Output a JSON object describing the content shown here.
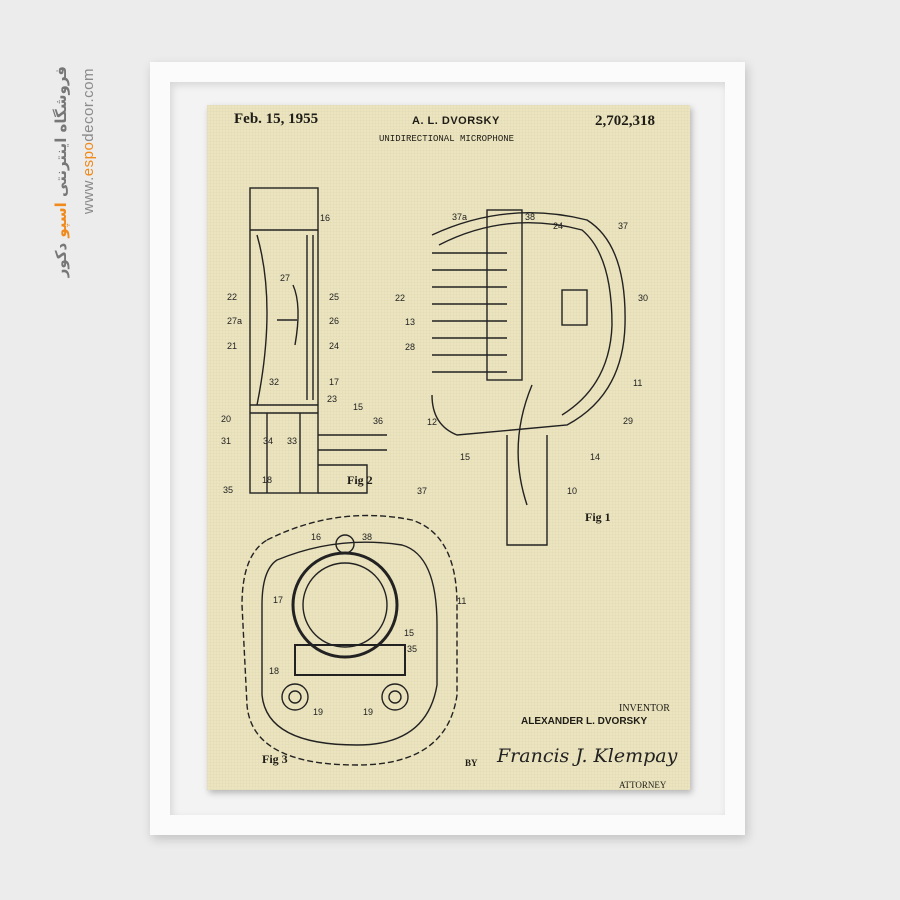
{
  "watermark": {
    "persian_prefix": "فروشگاه اینترنتی ",
    "persian_brand": "اسپو",
    "persian_suffix": " دکور",
    "url_prefix": "www.",
    "url_brand": "espo",
    "url_suffix": "decor.com",
    "brand_color": "#f08a1c"
  },
  "patent": {
    "date": "Feb. 15, 1955",
    "inventor_header": "A. L. DVORSKY",
    "number": "2,702,318",
    "title": "UNIDIRECTIONAL MICROPHONE",
    "fig1_label": "Fig 1",
    "fig2_label": "Fig 2",
    "fig3_label": "Fig 3",
    "inventor_caption": "INVENTOR",
    "inventor_name": "ALEXANDER L. DVORSKY",
    "by": "BY",
    "signature": "Francis J. Klempay",
    "attorney_caption": "ATTORNEY"
  },
  "fig2_refs": [
    "16",
    "27",
    "22",
    "25",
    "27a",
    "26",
    "21",
    "24",
    "32",
    "17",
    "20",
    "23",
    "15",
    "36",
    "31",
    "34",
    "33",
    "35",
    "18",
    "37"
  ],
  "fig1_refs": [
    "37a",
    "38",
    "24",
    "37",
    "22",
    "30",
    "13",
    "28",
    "11",
    "12",
    "29",
    "15",
    "14",
    "10"
  ],
  "fig3_refs": [
    "16",
    "38",
    "11",
    "17",
    "15",
    "35",
    "18",
    "19",
    "19"
  ]
}
